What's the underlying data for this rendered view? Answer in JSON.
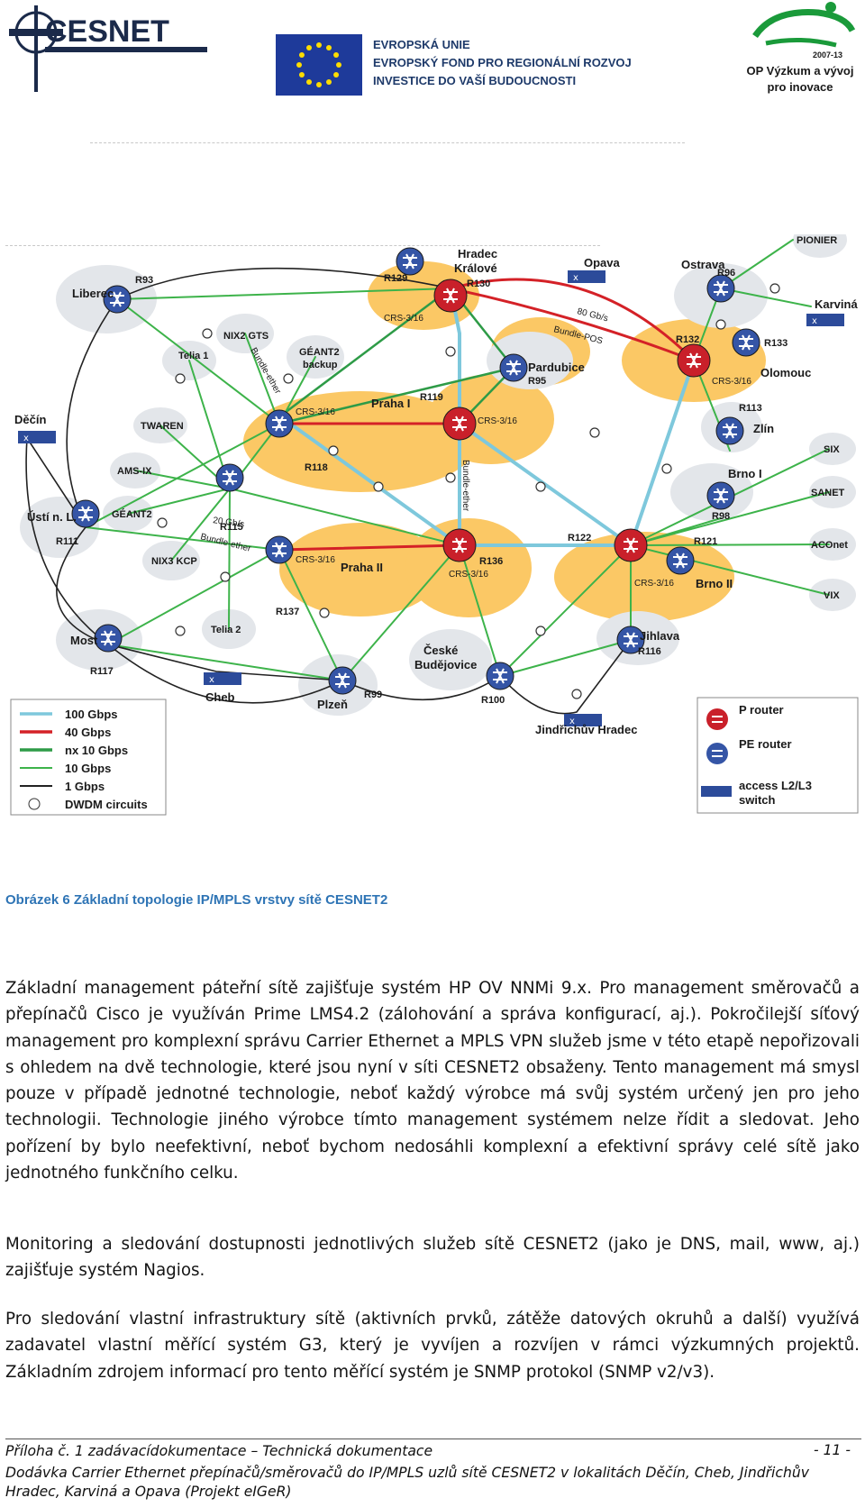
{
  "header": {
    "cesnet_logo_text": "CESNET",
    "eu_lines": [
      "EVROPSKÁ UNIE",
      "EVROPSKÝ FOND PRO REGIONÁLNÍ ROZVOJ",
      "INVESTICE DO VAŠÍ BUDOUCNOSTI"
    ],
    "op_years": "2007-13",
    "op_line1": "OP Výzkum a vývoj",
    "op_line2": "pro inovace"
  },
  "map": {
    "cities": {
      "liberec": "Liberec",
      "decin": "Děčín",
      "usti": "Ústí n. L.",
      "most": "Most",
      "cheb": "Cheb",
      "plzen": "Plzeň",
      "ceske_budejovice_1": "České",
      "ceske_budejovice_2": "Budějovice",
      "jindrichuv_hradec": "Jindřichův Hradec",
      "jihlava": "Jihlava",
      "brno1": "Brno I",
      "brno2": "Brno II",
      "zlin": "Zlín",
      "olomouc": "Olomouc",
      "ostrava": "Ostrava",
      "karvina": "Karviná",
      "opava": "Opava",
      "hradec_1": "Hradec",
      "hradec_2": "Králové",
      "pardubice": "Pardubice",
      "praha1": "Praha I",
      "praha2": "Praha II"
    },
    "peers": {
      "telia1": "Telia 1",
      "nix2gts": "NIX2 GTS",
      "geant2backup_1": "GÉANT2",
      "geant2backup_2": "backup",
      "twaren": "TWAREN",
      "amsix": "AMS-IX",
      "geant2": "GÉANT2",
      "nix3kcp": "NIX3 KCP",
      "telia2": "Telia 2",
      "pionier": "PIONIER",
      "six": "SIX",
      "sanet": "SANET",
      "aconet": "ACOnet",
      "vix": "VIX"
    },
    "routers": {
      "r93": "R93",
      "r111": "R111",
      "r117": "R117",
      "r115": "R115",
      "r118": "R118",
      "r137": "R137",
      "r119": "R119",
      "r136": "R136",
      "r129": "R129",
      "r130": "R130",
      "r95": "R95",
      "r99": "R99",
      "r100": "R100",
      "r116": "R116",
      "r122": "R122",
      "r121": "R121",
      "r98": "R98",
      "r113": "R113",
      "r132": "R132",
      "r133": "R133",
      "r96": "R96"
    },
    "link_labels": {
      "crs1": "CRS-3/16",
      "bundle_ether": "Bundle-ether",
      "gb80": "80 Gb/s",
      "bundle_pos": "Bundle-POS",
      "gb20": "20 Gb/s"
    },
    "legend_links": [
      {
        "label": "100 Gbps",
        "color": "#7ec8dc"
      },
      {
        "label": "40 Gbps",
        "color": "#d42127"
      },
      {
        "label": "nx 10 Gbps",
        "color": "#2e9b47"
      },
      {
        "label": "10 Gbps",
        "color": "#3db34a"
      },
      {
        "label": "1 Gbps",
        "color": "#222222"
      },
      {
        "label": "DWDM circuits",
        "color": "#222222"
      }
    ],
    "legend_devices": [
      {
        "label": "P router",
        "icon": "p-router-icon"
      },
      {
        "label": "PE router",
        "icon": "pe-router-icon"
      },
      {
        "label_1": "access L2/L3",
        "label_2": "switch",
        "icon": "switch-icon"
      }
    ]
  },
  "caption": "Obrázek 6 Základní topologie IP/MPLS vrstvy sítě CESNET2",
  "paragraphs": [
    "Základní management páteřní sítě zajišťuje systém HP OV NNMi 9.x. Pro management směrovačů a přepínačů Cisco je využíván Prime LMS4.2 (zálohování a správa konfigurací, aj.). Pokročilejší síťový management pro komplexní správu Carrier Ethernet a MPLS VPN služeb jsme v této etapě nepořizovali s ohledem na dvě technologie, které jsou nyní v síti CESNET2 obsaženy. Tento management má smysl pouze v případě jednotné technologie, neboť každý výrobce má svůj systém určený jen pro jeho technologii. Technologie jiného výrobce tímto management systémem nelze řídit a sledovat. Jeho pořízení by bylo neefektivní, neboť bychom nedosáhli komplexní a efektivní správy celé sítě jako jednotného funkčního celku.",
    "Monitoring a sledování dostupnosti jednotlivých služeb sítě CESNET2 (jako je DNS, mail, www, aj.) zajišťuje systém Nagios.",
    "Pro sledování vlastní infrastruktury sítě (aktivních prvků, zátěže datových okruhů a další) využívá zadavatel vlastní měřící systém G3, který je vyvíjen a rozvíjen v rámci výzkumných projektů. Základním zdrojem informací pro tento měřící systém je SNMP protokol (SNMP v2/v3)."
  ],
  "footer": {
    "line1": "Příloha č. 1 zadávacídokumentace – Technická dokumentace",
    "page": "- 11 -",
    "line2": "Dodávka Carrier Ethernet přepínačů/směrovačů do IP/MPLS uzlů sítě CESNET2 v lokalitách Děčín, Cheb, Jindřichův Hradec, Karviná a Opava (Projekt eIGeR)"
  }
}
